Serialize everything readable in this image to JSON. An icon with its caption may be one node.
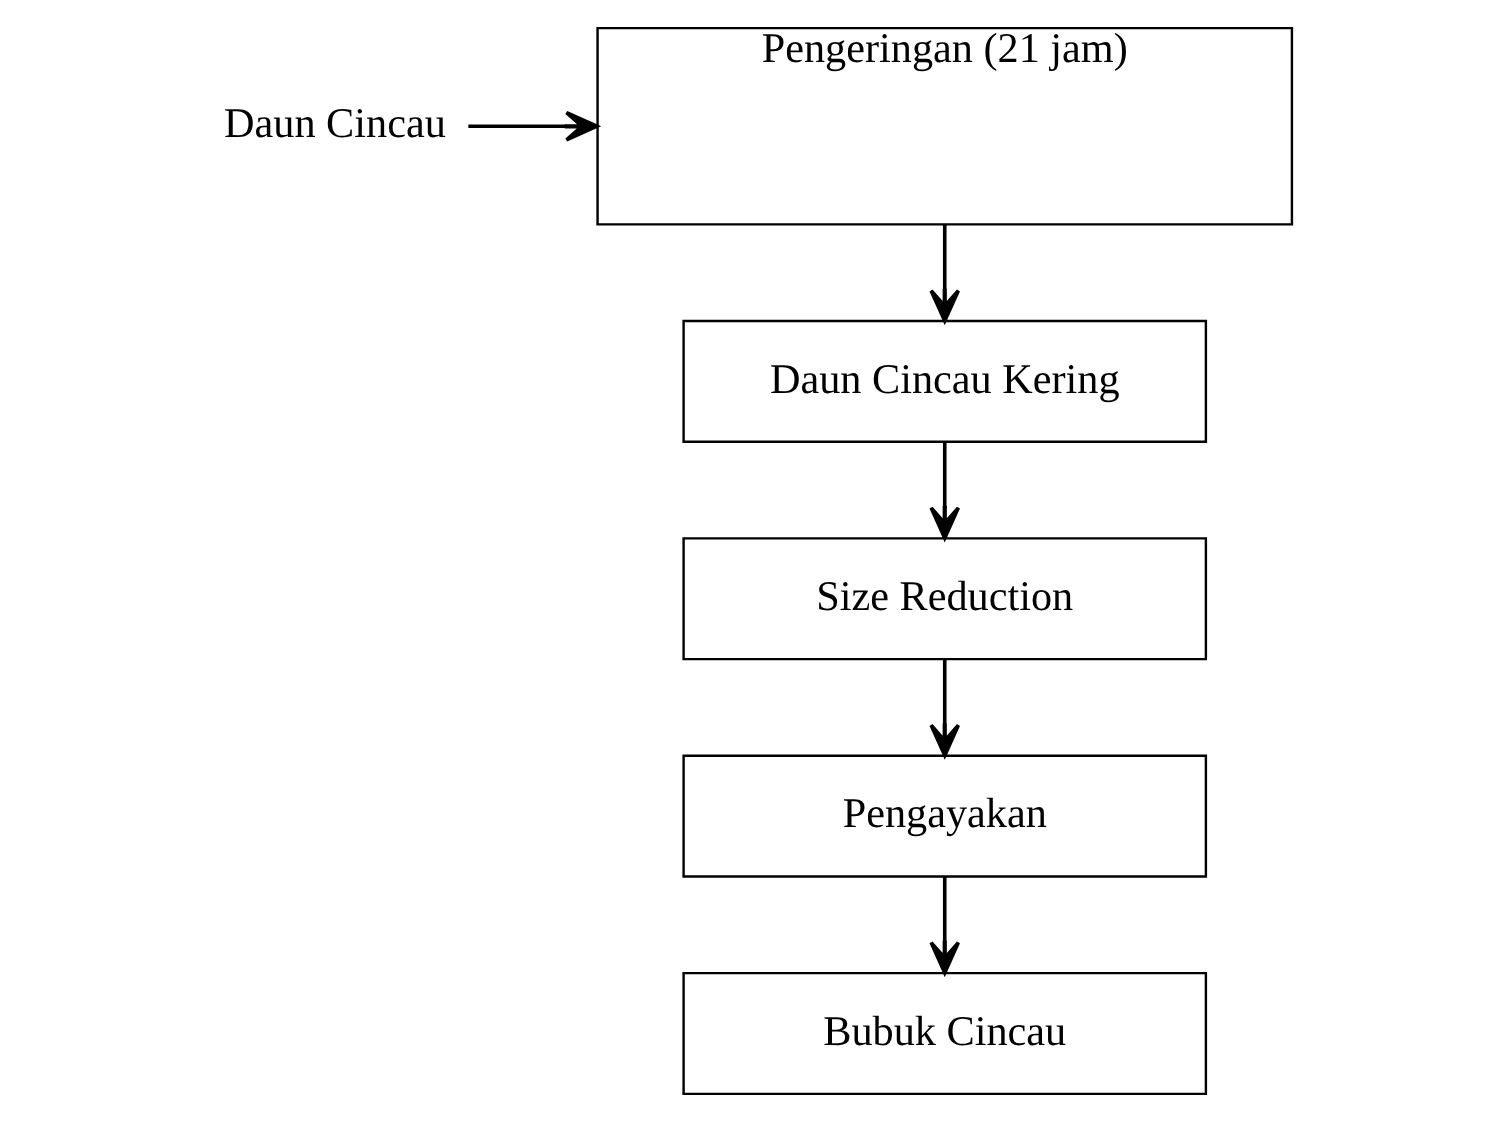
{
  "diagram": {
    "nodes": [
      {
        "text": [
          "Daun Cincau"
        ]
      },
      {
        "text": [
          "Pengeringan (21 jam)"
        ]
      },
      {
        "text": [
          "Daun Cincau Kering"
        ]
      },
      {
        "text": [
          "Size Reduction"
        ]
      },
      {
        "text": [
          "Pengayakan"
        ]
      },
      {
        "text": [
          "Bubuk Cincau"
        ]
      }
    ],
    "edges": [
      {
        "from": 0,
        "to": 1,
        "arrow": "to"
      },
      {
        "from": 1,
        "to": 2,
        "arrow": "to"
      },
      {
        "from": 2,
        "to": 3,
        "arrow": "to"
      },
      {
        "from": 3,
        "to": 4,
        "arrow": "to"
      },
      {
        "from": 4,
        "to": 5,
        "arrow": "to"
      }
    ]
  }
}
